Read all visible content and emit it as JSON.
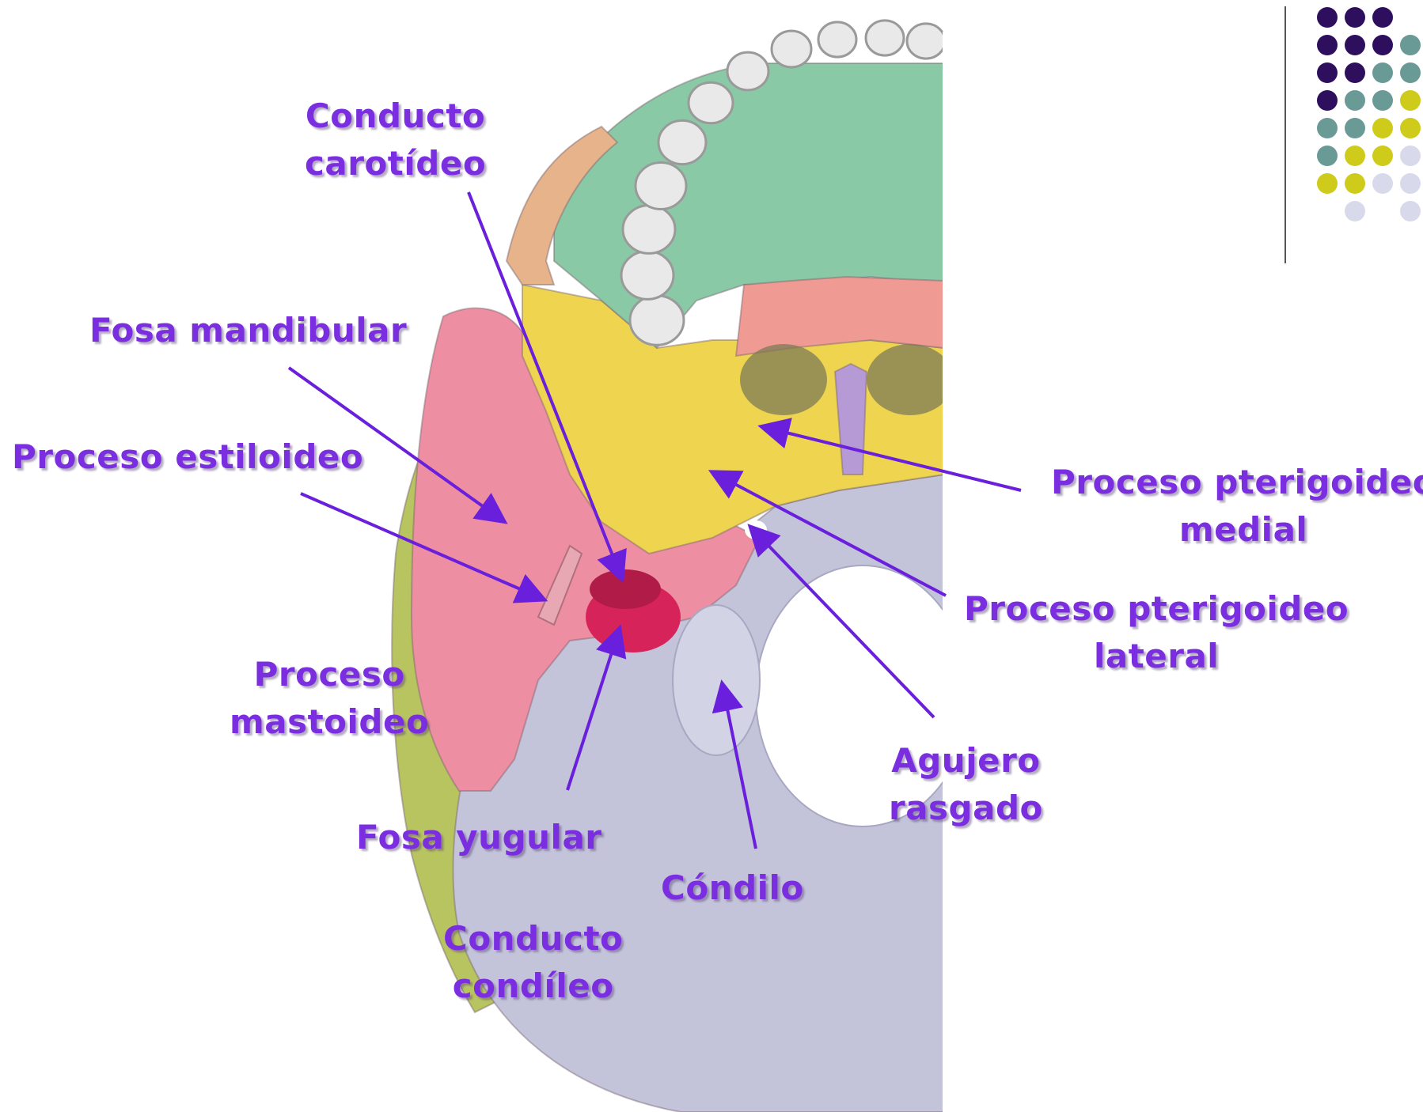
{
  "labels": {
    "conducto_carotideo": [
      "Conducto",
      "carotídeo"
    ],
    "fosa_mandibular": "Fosa mandibular",
    "proceso_estiloideo": "Proceso estiloideo",
    "proceso_mastoideo": [
      "Proceso",
      "mastoideo"
    ],
    "fosa_yugular": "Fosa yugular",
    "conducto_condileo": [
      "Conducto",
      "condíleo"
    ],
    "condilo": "Cóndilo",
    "agujero_rasgado": [
      "Agujero",
      "rasgado"
    ],
    "proceso_pterigoideo_medial": [
      "Proceso pterigoideo",
      "medial"
    ],
    "proceso_pterigoideo_lateral": [
      "Proceso pterigoideo",
      "lateral"
    ]
  },
  "colors": {
    "label_text": "#7a2ee0",
    "pointer_arrow": "#6a1fdc",
    "maxilla": "#8ac9a6",
    "temporal": "#ee8ea2",
    "sphenoid": "#efd54f",
    "occipital": "#c3c3da",
    "zygomatic": "#e7b38a",
    "parietal": "#b8c460",
    "palatine": "#ef9a92",
    "vomer": "#b69ad6",
    "teeth": "#e9e9e9",
    "foramen": "#ffffff",
    "dot_palette": [
      "#2d0f5e",
      "#6a9a96",
      "#cfcb1a",
      "#d9d9ec"
    ]
  },
  "figure": {
    "description": "Inferior view of the skull base, left half",
    "structures": [
      "maxilla",
      "teeth",
      "zygomatic",
      "temporal",
      "sphenoid",
      "palatine",
      "vomer",
      "occipital",
      "parietal",
      "foramen-magnum"
    ]
  }
}
